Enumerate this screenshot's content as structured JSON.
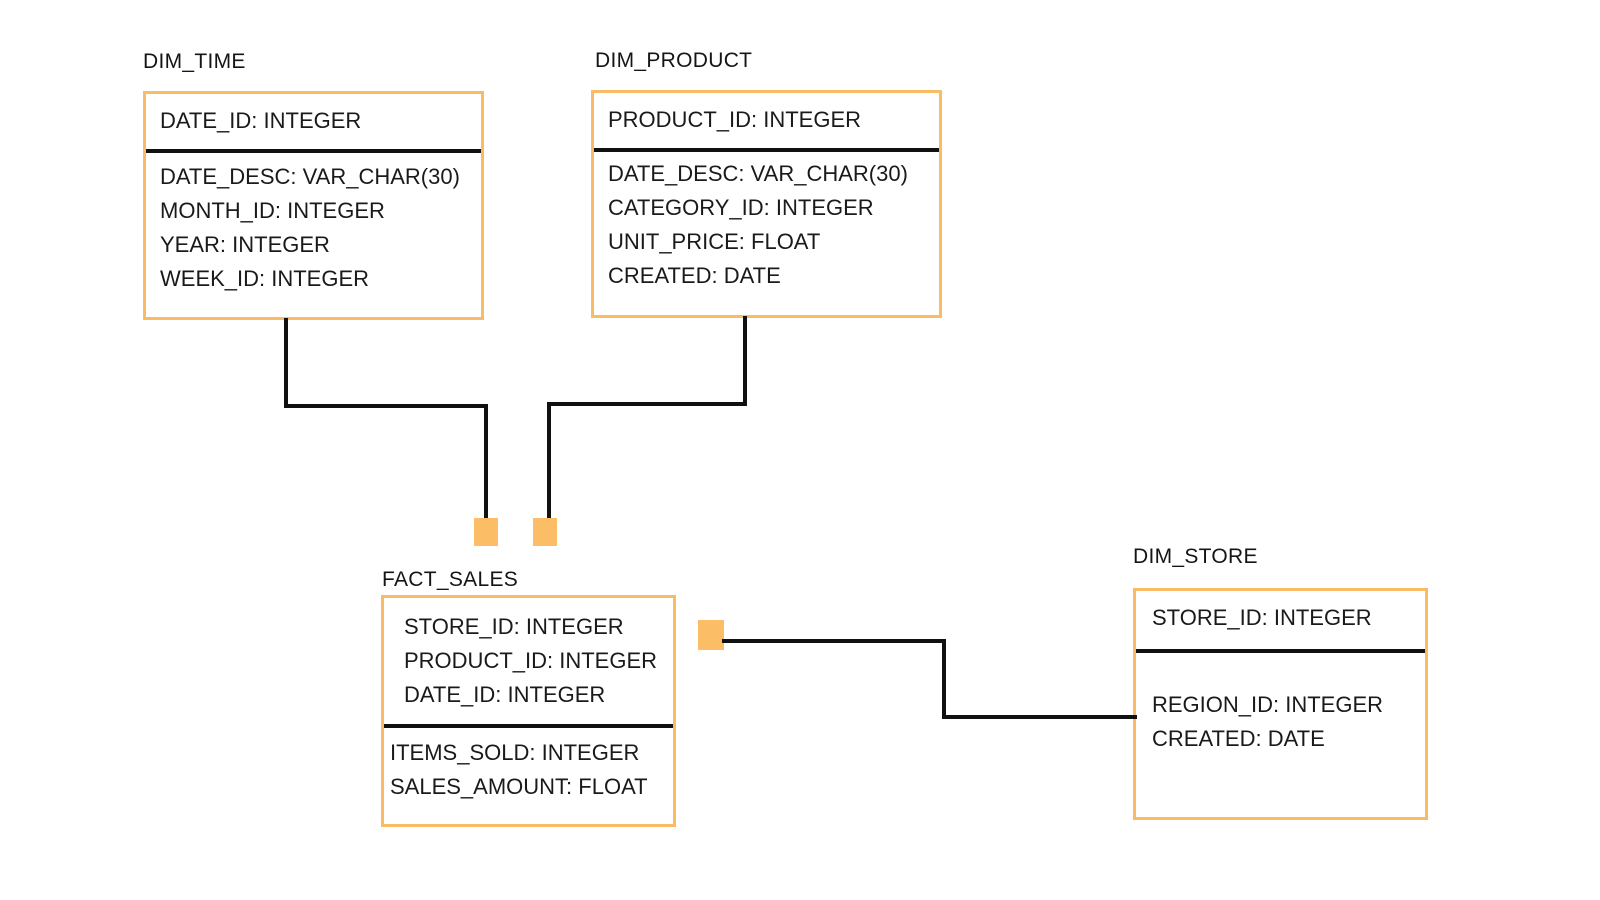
{
  "diagram": {
    "type": "star-schema-erd",
    "accent_color": "#F9BC64",
    "connector_color": "#FBBE66",
    "line_color": "#111111",
    "background": "#ffffff"
  },
  "tables": {
    "dim_time": {
      "title": "DIM_TIME",
      "primary_keys": [
        "DATE_ID: INTEGER"
      ],
      "attributes": [
        "DATE_DESC: VAR_CHAR(30)",
        "MONTH_ID: INTEGER",
        "YEAR: INTEGER",
        "WEEK_ID: INTEGER"
      ]
    },
    "dim_product": {
      "title": "DIM_PRODUCT",
      "primary_keys": [
        "PRODUCT_ID: INTEGER"
      ],
      "attributes": [
        "DATE_DESC: VAR_CHAR(30)",
        "CATEGORY_ID: INTEGER",
        "UNIT_PRICE: FLOAT",
        "CREATED: DATE"
      ]
    },
    "fact_sales": {
      "title": "FACT_SALES",
      "primary_keys": [
        "STORE_ID: INTEGER",
        "PRODUCT_ID: INTEGER",
        "DATE_ID: INTEGER"
      ],
      "attributes": [
        "ITEMS_SOLD: INTEGER",
        "SALES_AMOUNT: FLOAT"
      ]
    },
    "dim_store": {
      "title": "DIM_STORE",
      "primary_keys": [
        "STORE_ID: INTEGER"
      ],
      "attributes": [
        "REGION_ID: INTEGER",
        "CREATED: DATE"
      ]
    }
  },
  "relationships": [
    {
      "from": "DIM_TIME",
      "to": "FACT_SALES",
      "key": "DATE_ID"
    },
    {
      "from": "DIM_PRODUCT",
      "to": "FACT_SALES",
      "key": "PRODUCT_ID"
    },
    {
      "from": "FACT_SALES",
      "to": "DIM_STORE",
      "key": "STORE_ID"
    }
  ]
}
